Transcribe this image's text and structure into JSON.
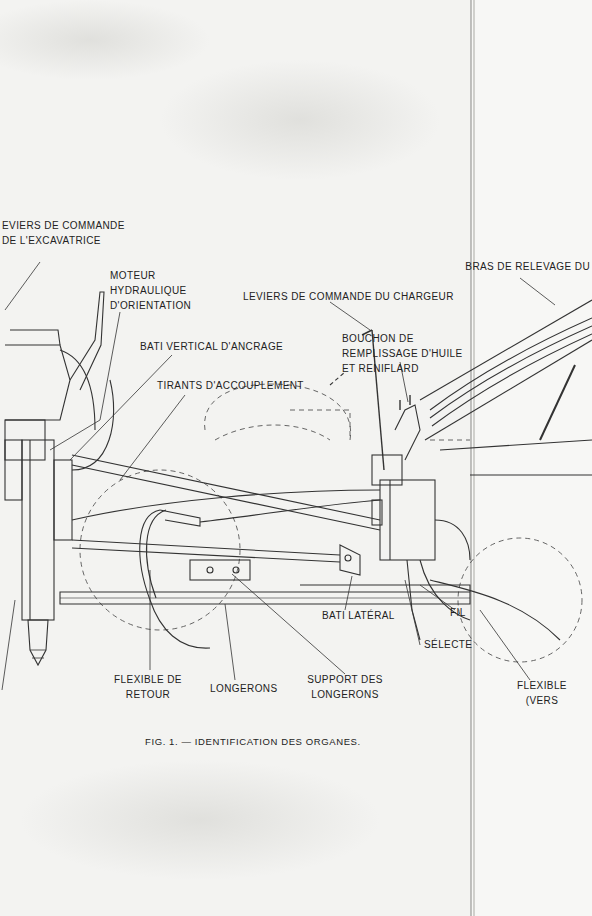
{
  "diagram": {
    "caption": "FIG. 1. — IDENTIFICATION DES ORGANES.",
    "labels": [
      "EVIERS DE COMMANDE DE L'EXCAVATRICE",
      "MOTEUR HYDRAULIQUE D'ORIENTATION",
      "BATI VERTICAL D'ANCRAGE",
      "TIRANTS D'ACCOUPLEMENT",
      "LEVIERS DE COMMANDE DU CHARGEUR",
      "BOUCHON DE REMPLISSAGE D'HUILE ET RENIFLARD",
      "BRAS DE RELEVAGE DU",
      "BATI LATÉRAL",
      "FIL",
      "SÉLECTE",
      "FLEXIBLE DE RETOUR",
      "LONGERONS",
      "SUPPORT DES LONGERONS",
      "FLEXIBLE (VERS"
    ]
  }
}
